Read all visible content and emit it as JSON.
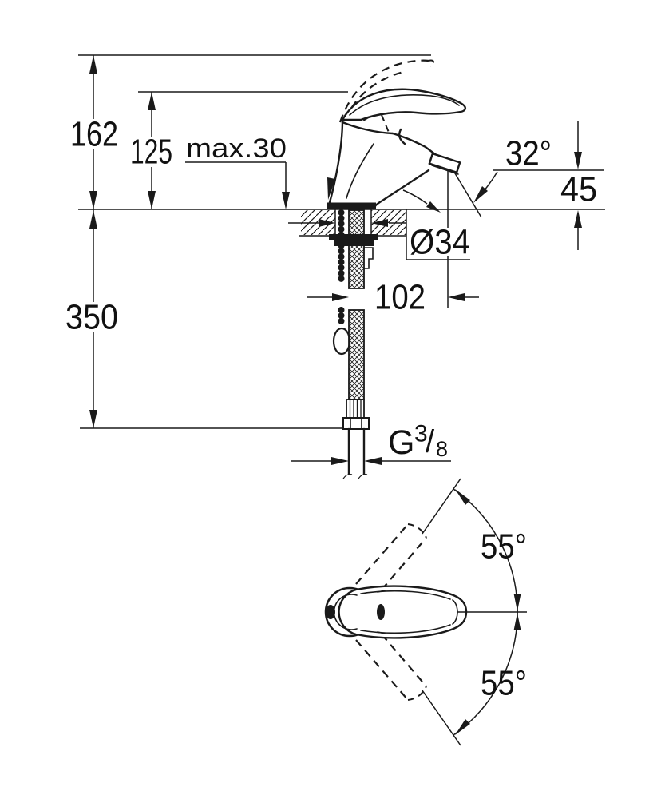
{
  "drawing": {
    "type": "faucet-installation-dimension-drawing",
    "colors": {
      "line": "#1a1a1a",
      "background": "#ffffff",
      "text": "#111111"
    },
    "side_view": {
      "dim_overall_height": "162",
      "dim_outlet_height_above_deck_total": "125",
      "dim_max_deck_thickness": "max.30",
      "dim_spout_angle": "32°",
      "dim_outlet_clearance": "45",
      "dim_hole_diameter": "Ø34",
      "dim_spout_projection": "102",
      "dim_hose_length": "350",
      "thread": {
        "prefix": "G",
        "numerator": "3",
        "slash": "/",
        "denominator": "8"
      }
    },
    "top_view": {
      "dim_handle_swing_upper": "55°",
      "dim_handle_swing_lower": "55°"
    }
  }
}
